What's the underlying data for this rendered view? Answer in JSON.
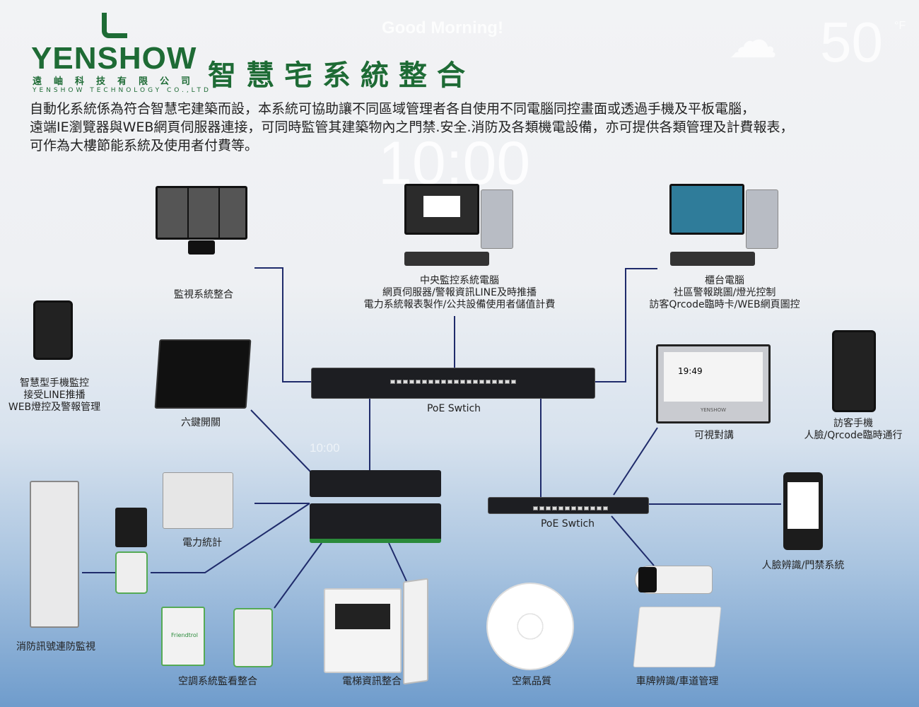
{
  "background": {
    "greeting": "Good Morning!",
    "temperature": "50",
    "unit": "°F",
    "time": "10:00",
    "time_small": "10:00"
  },
  "logo": {
    "brand": "YENSHOW",
    "company_cn": "遠岫科技有限公司",
    "company_en": "YENSHOW TECHNOLOGY CO.,LTD"
  },
  "title": "智慧宅系統整合",
  "description": [
    "自動化系統係為符合智慧宅建築而設，本系統可協助讓不同區域管理者各自使用不同電腦同控畫面或透過手機及平板電腦，",
    "遠端IE瀏覽器與WEB網頁伺服器連接，可同時監管其建築物內之門禁.安全.消防及各類機電設備，亦可提供各類管理及計費報表，",
    "可作為大樓節能系統及使用者付費等。"
  ],
  "labels": {
    "cctv": "監視系統整合",
    "central": [
      "中央監控系統電腦",
      "網頁伺服器/警報資訊LINE及時推播",
      "電力系統報表製作/公共設備使用者儲值計費"
    ],
    "counter": [
      "櫃台電腦",
      "社區警報跳圖/燈光控制",
      "訪客Qrcode臨時卡/WEB網頁圖控"
    ],
    "phone": [
      "智慧型手機監控",
      "接受LINE推播",
      "WEB燈控及警報管理"
    ],
    "switch6": "六鍵開關",
    "poe1": "PoE Swtich",
    "intercom": "可視對講",
    "visitor": [
      "訪客手機",
      "人臉/Qrcode臨時通行"
    ],
    "power": "電力統計",
    "poe2": "PoE Swtich",
    "face": "人臉辨識/門禁系統",
    "fire": "消防訊號連防監視",
    "hvac": "空調系統監看整合",
    "elevator": "電梯資訊整合",
    "air": "空氣品質",
    "plate": "車牌辨識/車道管理"
  },
  "screens": {
    "intercom_time": "19:49",
    "module_brand": "Friendtrol",
    "intercom_brand": "YENSHOW"
  },
  "colors": {
    "brand": "#1e6b35",
    "line": "#1f2b6b"
  }
}
